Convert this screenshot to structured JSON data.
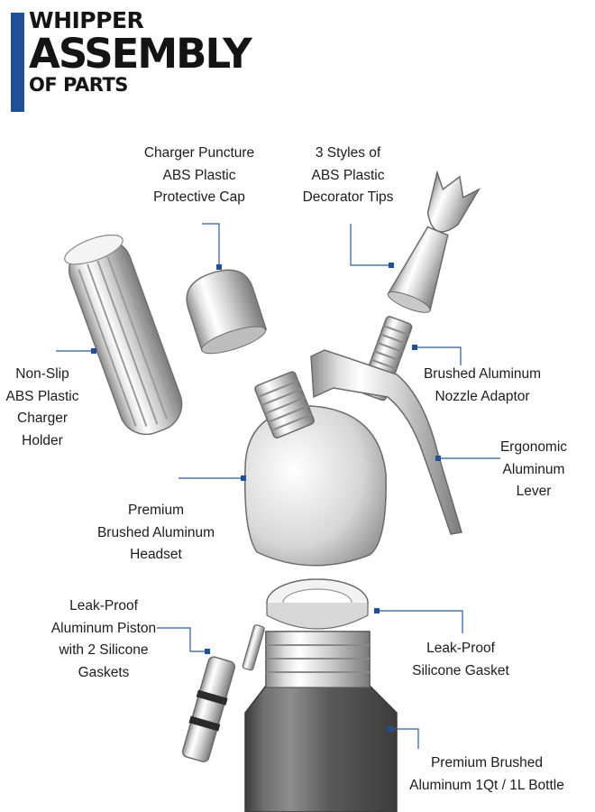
{
  "colors": {
    "accent": "#1f4f96",
    "leader": "#2a5aa0",
    "ink": "#1a1a1a"
  },
  "title": {
    "line1": "WHIPPER",
    "line2": "ASSEMBLY",
    "line3": "OF PARTS"
  },
  "labels": {
    "cap": [
      "Charger Puncture",
      "ABS Plastic",
      "Protective Cap"
    ],
    "tips": [
      "3 Styles of",
      "ABS Plastic",
      "Decorator Tips"
    ],
    "holder": [
      "Non-Slip",
      "ABS Plastic",
      "Charger",
      "Holder"
    ],
    "adaptor": [
      "Brushed Aluminum",
      "Nozzle Adaptor"
    ],
    "lever": [
      "Ergonomic",
      "Aluminum",
      "Lever"
    ],
    "headset": [
      "Premium",
      "Brushed Aluminum",
      "Headset"
    ],
    "piston": [
      "Leak-Proof",
      "Aluminum Piston",
      "with 2 Silicone",
      "Gaskets"
    ],
    "gasket": [
      "Leak-Proof",
      "Silicone Gasket"
    ],
    "bottle": [
      "Premium Brushed",
      "Aluminum 1Qt / 1L Bottle"
    ]
  }
}
